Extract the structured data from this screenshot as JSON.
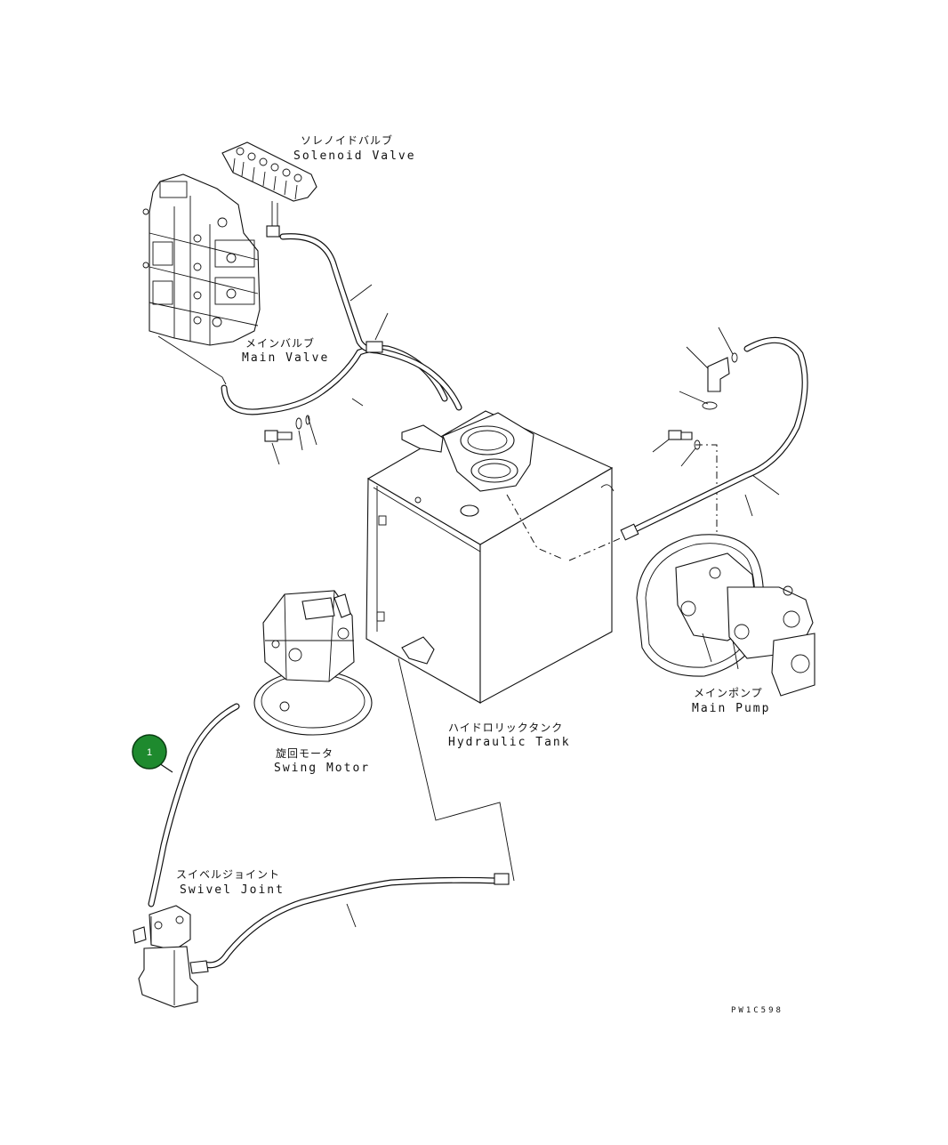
{
  "labels": {
    "solenoid_jp": "ソレノイドバルブ",
    "solenoid_en": "Solenoid Valve",
    "main_valve_jp": "メインバルブ",
    "main_valve_en": "Main Valve",
    "main_pump_jp": "メインポンプ",
    "main_pump_en": "Main Pump",
    "tank_jp": "ハイドロリックタンク",
    "tank_en": "Hydraulic Tank",
    "swing_jp": "旋回モータ",
    "swing_en": "Swing Motor",
    "swivel_jp": "スイベルジョイント",
    "swivel_en": "Swivel Joint"
  },
  "callout": {
    "number": "1",
    "color": "#1e8a2e"
  },
  "drawing_code": "PW1C598"
}
